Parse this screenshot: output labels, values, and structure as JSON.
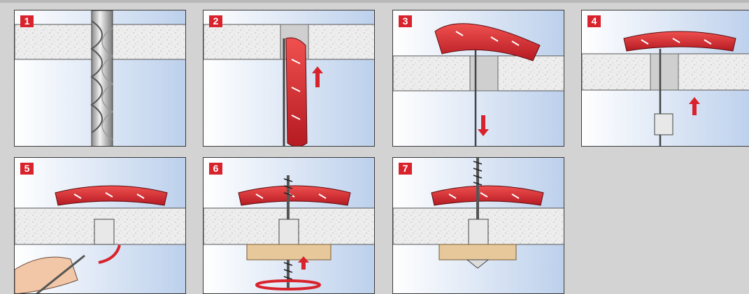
{
  "steps": [
    {
      "number": "1"
    },
    {
      "number": "2"
    },
    {
      "number": "3"
    },
    {
      "number": "4"
    },
    {
      "number": "5"
    },
    {
      "number": "6"
    },
    {
      "number": "7"
    }
  ],
  "colors": {
    "badge": "#d9232c",
    "anchor_red": "#d9232c",
    "wall_board": "#ececec",
    "sky_gradient": "#c7d8ef",
    "wood": "#e6c89a",
    "page_background": "#d3d3d3"
  }
}
